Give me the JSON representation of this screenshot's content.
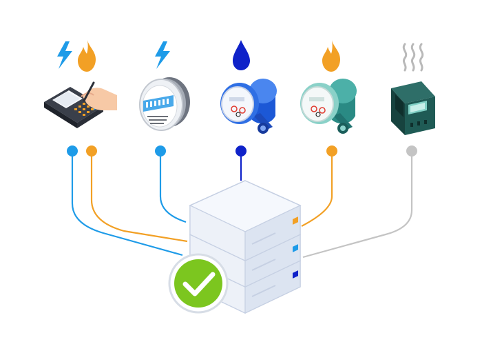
{
  "colors": {
    "electric": "#1e9be8",
    "gas": "#f2a025",
    "water": "#0f22c9",
    "heat": "#c4c4c4",
    "server_top": "#f3f6fc",
    "server_side_left": "#e2e8f3",
    "server_side_right": "#d3dcec",
    "server_outline": "#c6d0e3",
    "check_green": "#7cc61f",
    "check_ring": "#d7dde6"
  },
  "icons": {
    "col1": [
      "lightning-icon",
      "flame-icon"
    ],
    "col2": [
      "lightning-icon"
    ],
    "col3": [
      "water-drop-icon"
    ],
    "col4": [
      "flame-icon"
    ],
    "col5": [
      "heat-waves-icon"
    ]
  },
  "devices": [
    "handheld-meter-reader",
    "electricity-meter",
    "water-meter",
    "gas-meter",
    "heat-meter-box"
  ],
  "central": "data-server-stack",
  "status": "check-badge"
}
